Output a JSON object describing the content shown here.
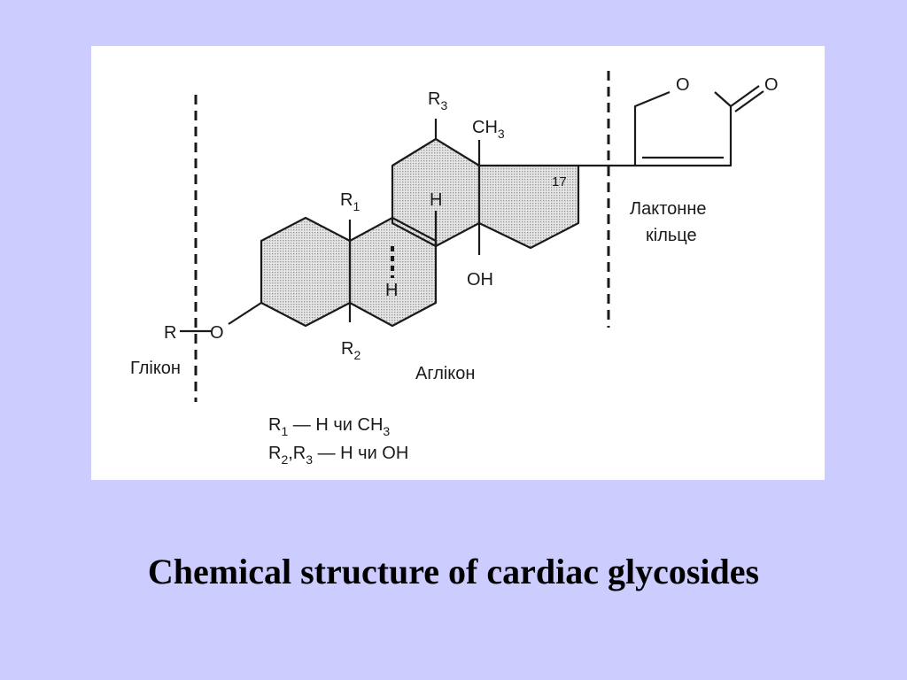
{
  "slide": {
    "caption": "Chemical structure of cardiac glycosides",
    "background_color": "#ccccff"
  },
  "diagram": {
    "fill_color": "#cfcfcf",
    "labels": {
      "r_glycone": "R",
      "o_link": "O",
      "glycone": "Глікон",
      "aglycone": "Аглікон",
      "lactone_line1": "Лактонне",
      "lactone_line2": "кільце",
      "ring_o": "O",
      "carbonyl_o": "O",
      "r3": "R",
      "r3_sub": "3",
      "ch3": "CH",
      "ch3_sub": "3",
      "r1": "R",
      "r1_sub": "1",
      "h_top": "H",
      "h_bottom": "H",
      "oh": "OH",
      "r2": "R",
      "r2_sub": "2",
      "c17": "17"
    },
    "legend": {
      "line1": {
        "r": "R",
        "sub": "1",
        "text": " — H чи CH",
        "tail_sub": "3"
      },
      "line2": {
        "r": "R",
        "sub_a": "2",
        "comma": ",R",
        "sub_b": "3",
        "text": " — H чи OH"
      }
    }
  }
}
